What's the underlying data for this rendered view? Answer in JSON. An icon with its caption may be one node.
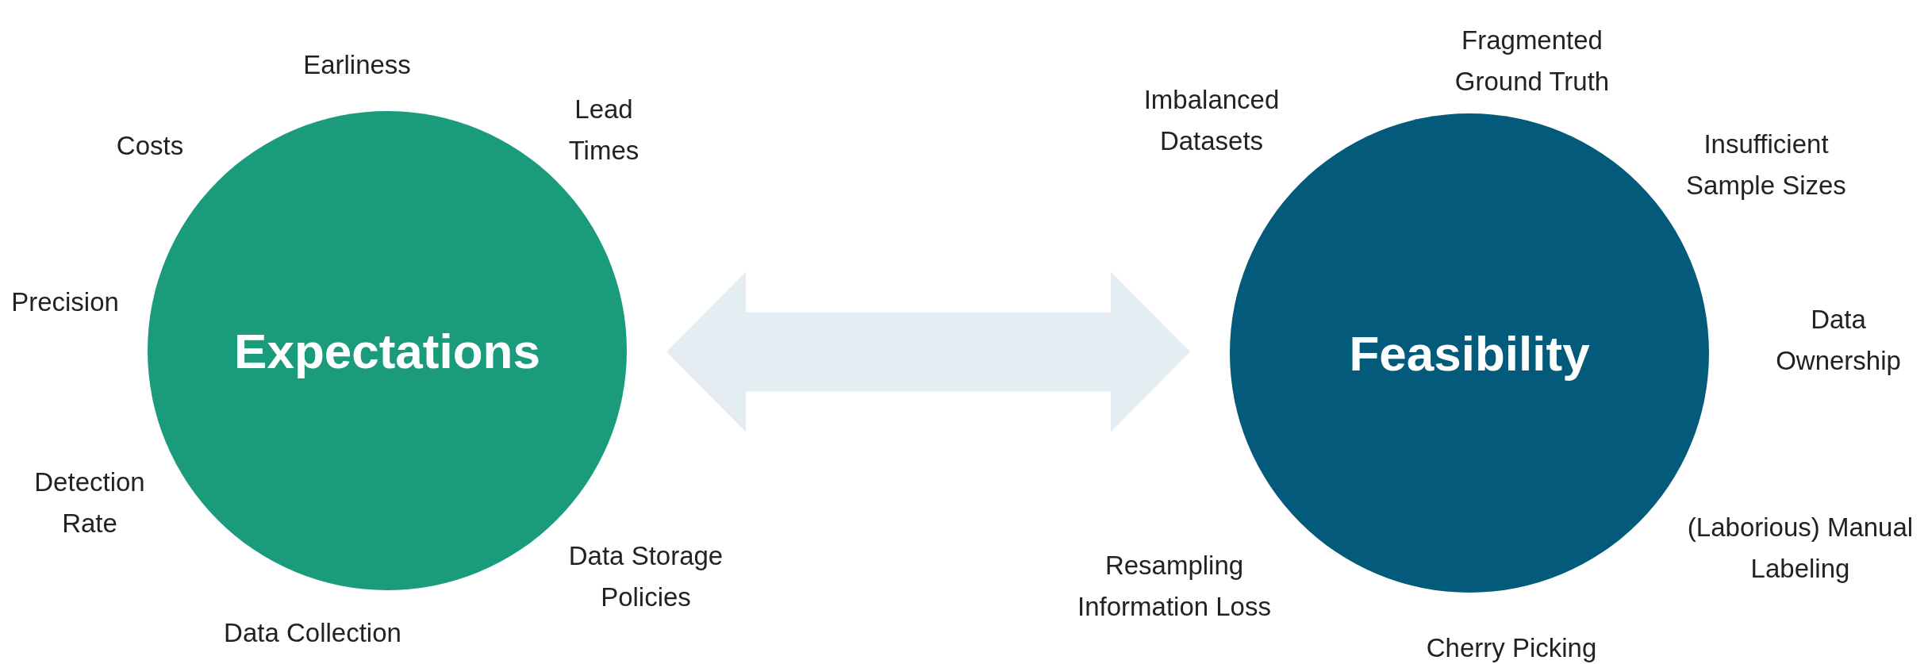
{
  "diagram": {
    "nodes": [
      {
        "text": [
          "Expectations"
        ]
      },
      {
        "text": [
          "Feasibility"
        ]
      }
    ],
    "edges": [
      {
        "from": 0,
        "to": 1,
        "arrow": "both",
        "style": "thick",
        "color": "#e4edf2"
      }
    ],
    "labels": [
      "Fragmented Ground Truth",
      "Earliness",
      "Imbalanced Datasets",
      "Lead Times",
      "Costs",
      "Insufficient Sample Sizes",
      "Precision",
      "Data Ownership",
      "Detection Rate",
      "(Laborious) Manual Labeling",
      "Resampling Information Loss",
      "Data Storage Policies",
      "Data Collection",
      "Cherry Picking"
    ]
  }
}
